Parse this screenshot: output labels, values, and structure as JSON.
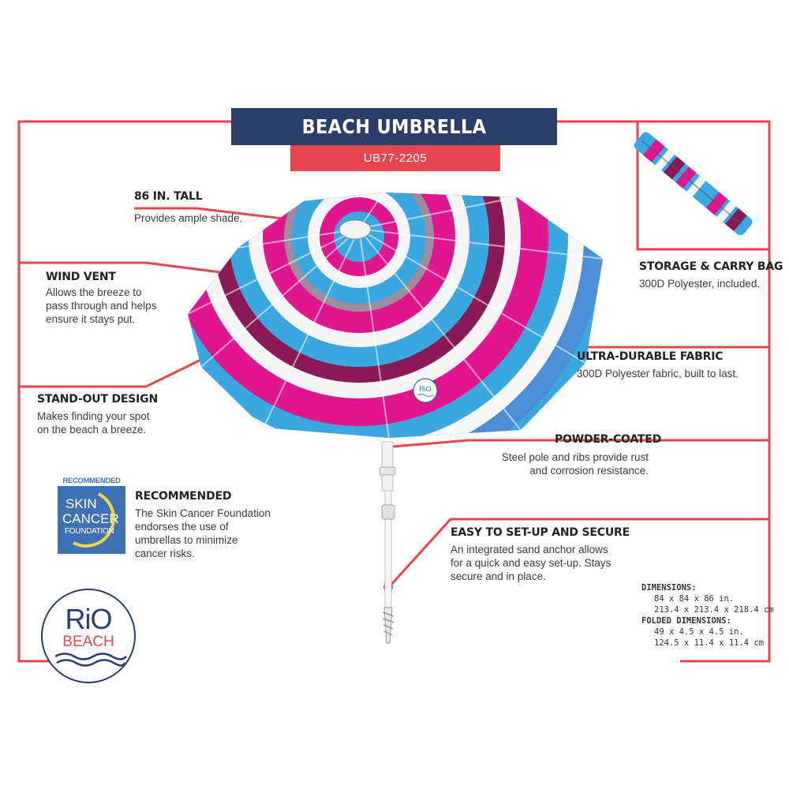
{
  "header": {
    "title": "BEACH UMBRELLA",
    "sku": "UB77-2205"
  },
  "features": {
    "tall": {
      "title": "86 IN. TALL",
      "desc": "Provides ample shade."
    },
    "vent": {
      "title": "WIND VENT",
      "desc": [
        "Allows the breeze to",
        "pass through and helps",
        "ensure it stays put."
      ]
    },
    "design": {
      "title": "STAND-OUT DESIGN",
      "desc": [
        "Makes finding your spot",
        "on the beach a breeze."
      ]
    },
    "bag": {
      "title": "STORAGE & CARRY BAG",
      "desc": "300D Polyester, included."
    },
    "fabric": {
      "title": "ULTRA-DURABLE FABRIC",
      "desc": "300D Polyester fabric, built to last."
    },
    "powder": {
      "title": "POWDER-COATED",
      "desc": [
        "Steel pole and ribs provide rust",
        "and corrosion resistance."
      ]
    },
    "easy": {
      "title": "EASY TO SET-UP AND SECURE",
      "desc": [
        "An integrated sand anchor allows",
        "for a quick and easy set-up. Stays",
        "secure and in place."
      ]
    },
    "recommended": {
      "title": "RECOMMENDED",
      "desc": [
        "The Skin Cancer Foundation",
        "endorses the use of",
        "umbrellas  to minimize",
        "cancer risks."
      ]
    }
  },
  "seal": {
    "top": "RECOMMENDED",
    "line1": "SKIN",
    "line2": "CANCER",
    "line3": "FOUNDATION"
  },
  "logo": {
    "line1": "RiO",
    "line2": "BEACH"
  },
  "umbrella_badge": "RiO",
  "dimensions": {
    "label": "DIMENSIONS:",
    "imperial": "84 x 84 x 86 in.",
    "metric": "213.4 x 213.4 x 218.4 cm",
    "folded_label": "FOLDED DIMENSIONS:",
    "folded_imperial": "49 x 4.5 x 4.5 in.",
    "folded_metric": "124.5 x 11.4 x 11.4 cm"
  },
  "colors": {
    "frame": "#e5464f",
    "navy": "#2b3e6b",
    "seal_blue": "#3f72b5",
    "pink": "#e0168f",
    "blue": "#3aa7e1",
    "plum": "#8a1a56"
  }
}
